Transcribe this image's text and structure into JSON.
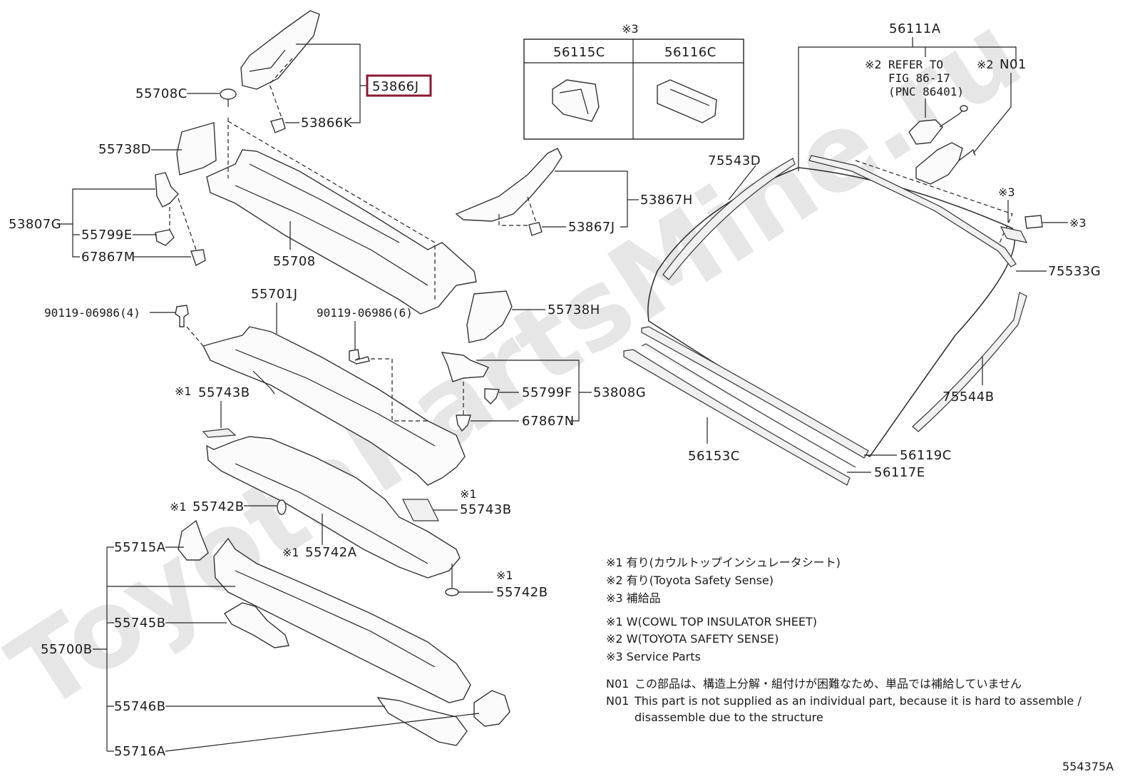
{
  "watermark": "ToyotaPartsMine.ru",
  "figure_id": "554375A",
  "highlighted_part": "53866J",
  "callouts": {
    "p53866J": "53866J",
    "p55708C": "55708C",
    "p53866K": "53866K",
    "p55738D": "55738D",
    "p53807G": "53807G",
    "p55799E": "55799E",
    "p67867M": "67867M",
    "p55708": "55708",
    "p90119_4": "90119-06986(4)",
    "p55701J": "55701J",
    "p90119_6": "90119-06986(6)",
    "p55738H": "55738H",
    "p55743B_a": "55743B",
    "p55799F": "55799F",
    "p53808G": "53808G",
    "p67867N": "67867N",
    "p55742B_a": "55742B",
    "p55743B_b": "55743B",
    "p55742A": "55742A",
    "p55742B_b": "55742B",
    "p55715A": "55715A",
    "p55745B": "55745B",
    "p55700B": "55700B",
    "p55746B": "55746B",
    "p55716A": "55716A",
    "p53867H": "53867H",
    "p53867J": "53867J",
    "p56115C": "56115C",
    "p56116C": "56116C",
    "p56111A": "56111A",
    "pN01": "N01",
    "p75543D": "75543D",
    "p75533G": "75533G",
    "p75544B": "75544B",
    "p56153C": "56153C",
    "p56119C": "56119C",
    "p56117E": "56117E"
  },
  "marks": {
    "m1": "※1",
    "m2": "※2",
    "m3": "※3"
  },
  "refer": {
    "line1": "REFER TO",
    "line2": "FIG 86-17",
    "line3": "(PNC 86401)"
  },
  "notes": {
    "jp1": "※1 有り(カウルトップインシュレータシート)",
    "jp2": "※2 有り(Toyota Safety Sense)",
    "jp3": "※3 補給品",
    "en1": "※1 W(COWL TOP INSULATOR SHEET)",
    "en2": "※2 W(TOYOTA SAFETY SENSE)",
    "en3": "※3 Service Parts",
    "n01_label": "N01",
    "n01_jp": "この部品は、構造上分解・組付けが困難なため、単品では補給していません",
    "n01_en1": "This part is not supplied as an individual part, because it is hard to assemble /",
    "n01_en2": "disassemble due to the structure"
  }
}
